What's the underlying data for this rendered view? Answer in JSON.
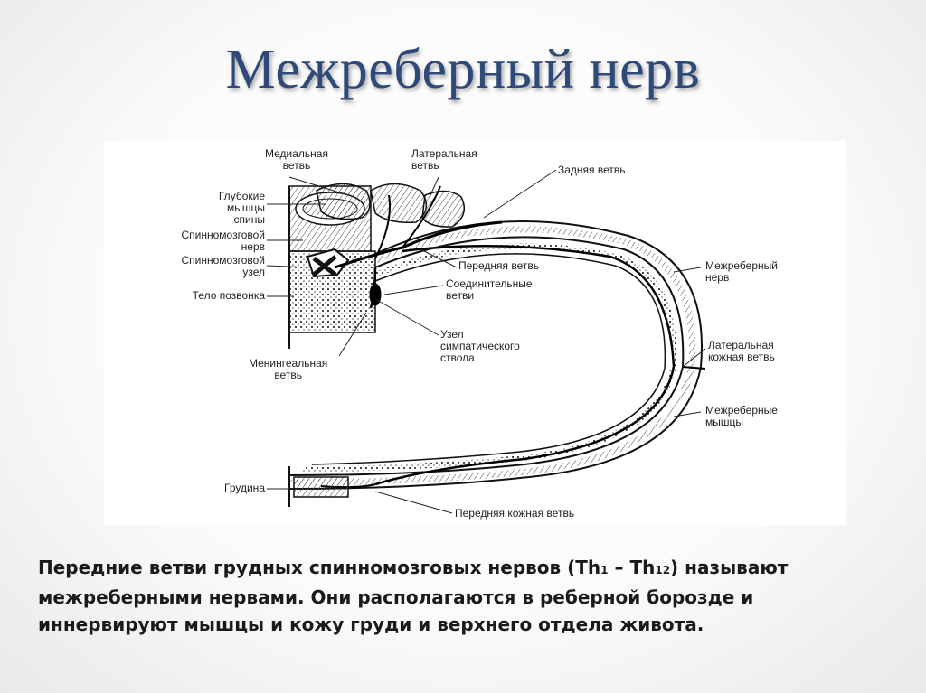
{
  "title": "Межреберный нерв",
  "diagram": {
    "labels": {
      "medial_branch": "Медиальная\nветвь",
      "lateral_branch": "Латеральная\nветвь",
      "posterior_branch": "Задняя ветвь",
      "deep_back_muscles": "Глубокие\nмышцы\nспины",
      "spinal_nerve": "Спинномозговой\nнерв",
      "spinal_ganglion": "Спинномозговой\nузел",
      "vertebral_body": "Тело позвонка",
      "anterior_branch": "Передняя ветвь",
      "communicating_branches": "Соединительные\nветви",
      "sympathetic_node": "Узел\nсимпатического\nствола",
      "meningeal_branch": "Менингеальная\nветвь",
      "intercostal_nerve": "Межреберный\nнерв",
      "lateral_cutaneous": "Латеральная\nкожная ветвь",
      "intercostal_muscles": "Межреберные\nмышцы",
      "sternum": "Грудина",
      "anterior_cutaneous": "Передняя кожная ветвь"
    }
  },
  "caption": {
    "line1_part1": "Передние ветви грудных спинномозговых нервов (Th",
    "sub1": "1",
    "line1_part2": " – Th",
    "sub2": "12",
    "line1_part3": ") называют",
    "line2": "межреберными нервами. Они располагаются в реберной борозде и",
    "line3": "иннервируют мышцы и кожу груди и верхнего отдела живота."
  }
}
